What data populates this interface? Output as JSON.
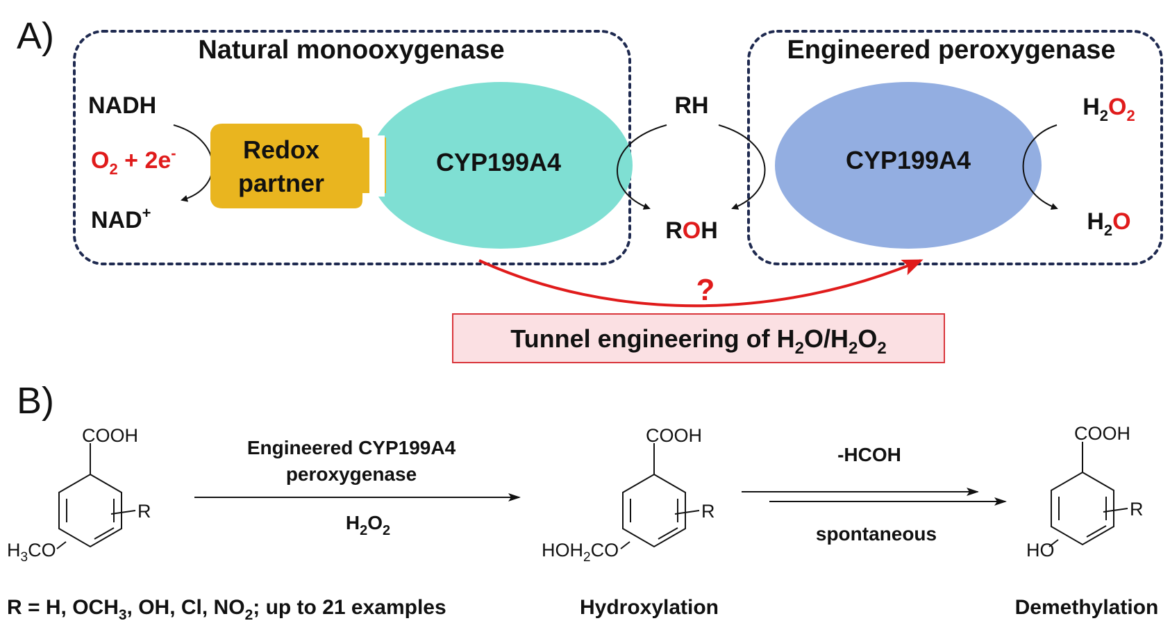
{
  "panel_a": {
    "label": "A)",
    "natural": {
      "title": "Natural monooxygenase",
      "nadh": "NADH",
      "nad_plus": "NAD",
      "nad_sup": "+",
      "o2_O": "O",
      "o2_sub": "2",
      "o2_rest": " + 2e",
      "o2_sup": "-",
      "redox_line1": "Redox",
      "redox_line2": "partner",
      "enzyme": "CYP199A4"
    },
    "substrate": "RH",
    "product_R": "R",
    "product_O": "O",
    "product_H": "H",
    "engineered": {
      "title": "Engineered peroxygenase",
      "enzyme": "CYP199A4",
      "h2o2_H": "H",
      "h2o2_sub1": "2",
      "h2o2_O": "O",
      "h2o2_sub2": "2",
      "h2o_H": "H",
      "h2o_sub": "2",
      "h2o_O": "O"
    },
    "question": "?",
    "tunnel": {
      "prefix": "Tunnel engineering of H",
      "s1": "2",
      "mid": "O/H",
      "s2": "2",
      "o": "O",
      "s3": "2"
    },
    "colors": {
      "redox_partner": "#e9b51f",
      "natural_enzyme": "#7fdfd3",
      "engineered_enzyme": "#93aee1",
      "box_border": "#1f2a50",
      "red": "#e01b1b",
      "tunnel_fill": "#fbe0e3"
    }
  },
  "panel_b": {
    "label": "B)",
    "cooh": "COOH",
    "r": "R",
    "h3co_H": "H",
    "h3co_sub": "3",
    "h3co_CO": "CO",
    "hoh2co_HOH": "HOH",
    "hoh2co_sub": "2",
    "hoh2co_CO": "CO",
    "ho": "HO",
    "step1_line1": "Engineered CYP199A4",
    "step1_line2": "peroxygenase",
    "step1_H": "H",
    "step1_sub1": "2",
    "step1_O": "O",
    "step1_sub2": "2",
    "step2_top": "-HCOH",
    "step2_bottom": "spontaneous",
    "caption_left_a": "R = H, OCH",
    "caption_left_sub1": "3",
    "caption_left_b": ", OH, Cl, NO",
    "caption_left_sub2": "2",
    "caption_left_c": "; up to 21 examples",
    "caption_mid": "Hydroxylation",
    "caption_right": "Demethylation"
  }
}
